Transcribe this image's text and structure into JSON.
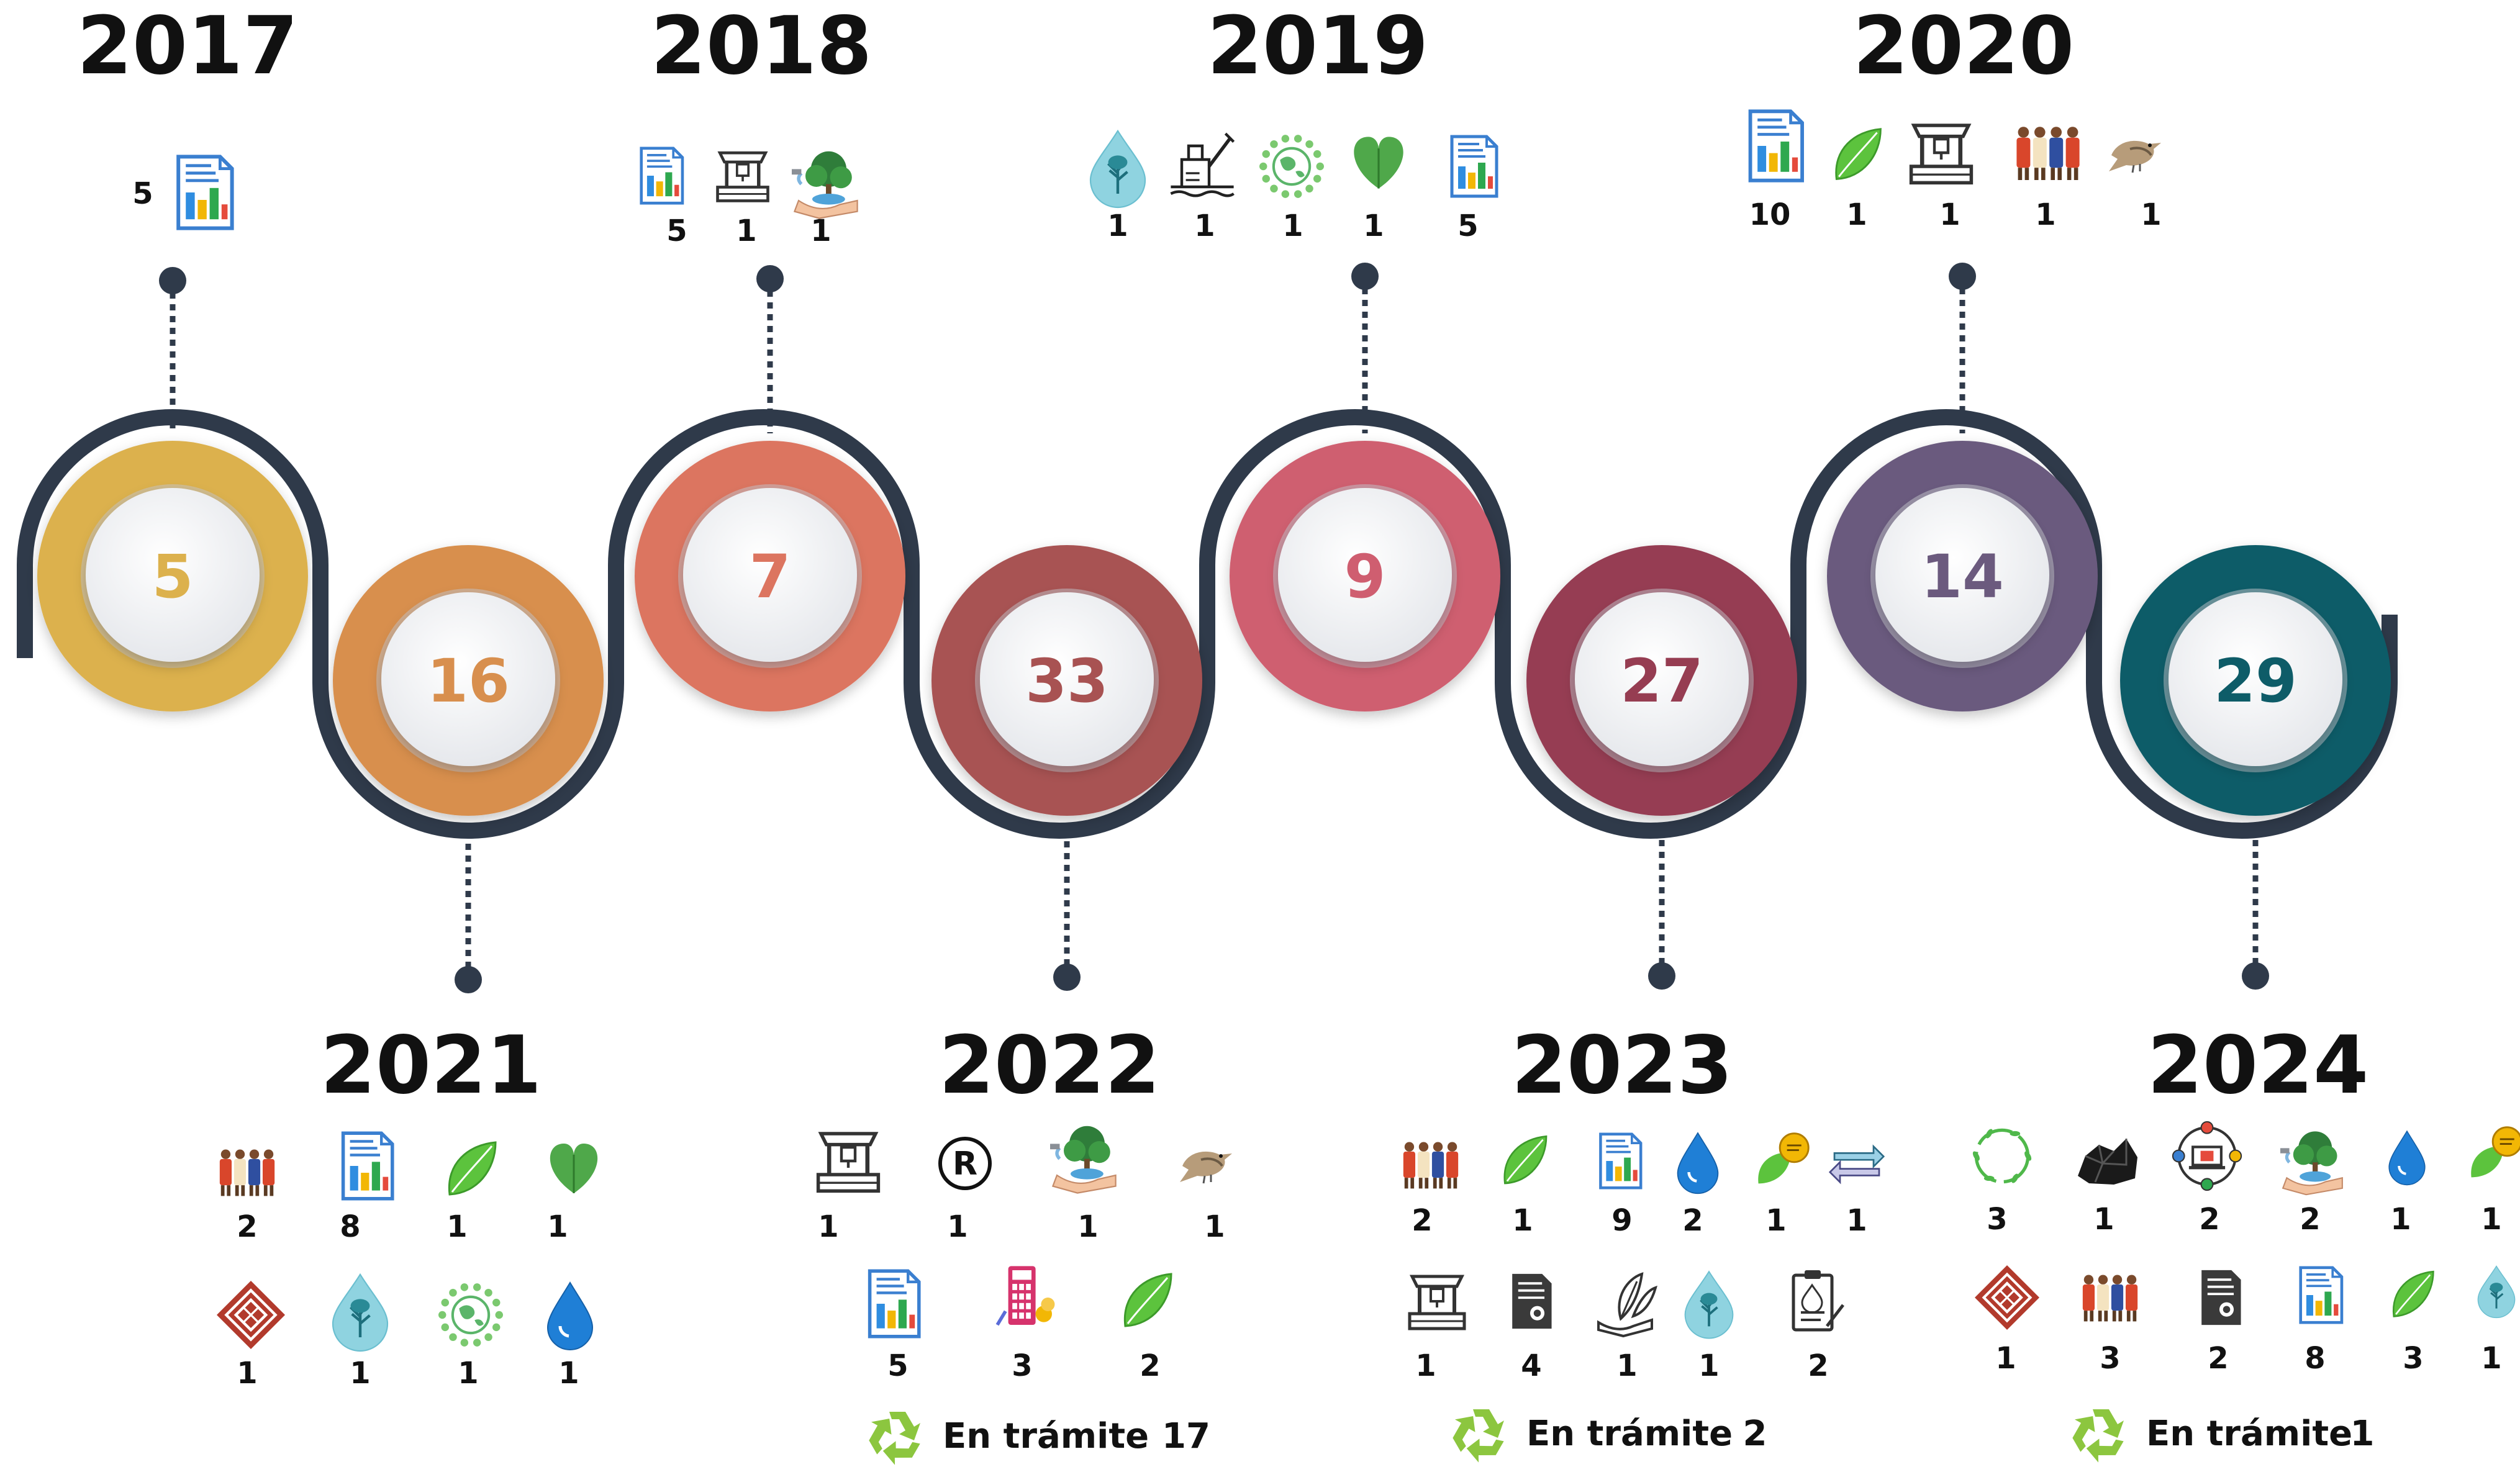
{
  "colors": {
    "track": "#2f3a4a",
    "year_text": "#111111",
    "recycle": "#8cc63f"
  },
  "milestones": [
    {
      "year": "2017",
      "count": "5",
      "color": "#dcb14d",
      "text_color": "#dcb14d",
      "side": "top"
    },
    {
      "year": "2018",
      "count": "7",
      "color": "#dc7560",
      "text_color": "#dc7560",
      "side": "top"
    },
    {
      "year": "2019",
      "count": "9",
      "color": "#cf5e70",
      "text_color": "#cf5e70",
      "side": "top"
    },
    {
      "year": "2020",
      "count": "14",
      "color": "#6b5a7e",
      "text_color": "#6b5a7e",
      "side": "top"
    },
    {
      "year": "2021",
      "count": "16",
      "color": "#d88f4e",
      "text_color": "#d88f4e",
      "side": "bottom"
    },
    {
      "year": "2022",
      "count": "33",
      "color": "#a85252",
      "text_color": "#a85252",
      "side": "bottom"
    },
    {
      "year": "2023",
      "count": "27",
      "color": "#963d52",
      "text_color": "#963d52",
      "side": "bottom"
    },
    {
      "year": "2024",
      "count": "29",
      "color": "#0e5c68",
      "text_color": "#0e5c68",
      "side": "bottom"
    }
  ],
  "icon_groups": {
    "2017": [
      {
        "icon": "report-chart-icon",
        "count": "5"
      }
    ],
    "2018": [
      {
        "icon": "report-chart-icon",
        "count": "5"
      },
      {
        "icon": "well-icon",
        "count": "1"
      },
      {
        "icon": "hand-tree-icon",
        "count": "1"
      }
    ],
    "2019": [
      {
        "icon": "water-drop-tree-icon",
        "count": "1"
      },
      {
        "icon": "mining-icon",
        "count": "1"
      },
      {
        "icon": "green-globe-icon",
        "count": "1"
      },
      {
        "icon": "green-heart-leaf-icon",
        "count": "1"
      },
      {
        "icon": "report-chart-icon",
        "count": "5"
      }
    ],
    "2020": [
      {
        "icon": "report-chart-icon",
        "count": "10"
      },
      {
        "icon": "green-leaf-icon",
        "count": "1"
      },
      {
        "icon": "well-icon",
        "count": "1"
      },
      {
        "icon": "indigenous-people-icon",
        "count": "1"
      },
      {
        "icon": "bird-icon",
        "count": "1"
      }
    ],
    "2021": [
      {
        "icon": "indigenous-people-icon",
        "count": "2"
      },
      {
        "icon": "report-chart-icon",
        "count": "8"
      },
      {
        "icon": "green-leaf-icon",
        "count": "1"
      },
      {
        "icon": "green-heart-leaf-icon",
        "count": "1"
      },
      {
        "icon": "textile-pattern-icon",
        "count": "1"
      },
      {
        "icon": "water-drop-tree-icon",
        "count": "1"
      },
      {
        "icon": "green-globe-icon",
        "count": "1"
      },
      {
        "icon": "blue-drop-icon",
        "count": "1"
      }
    ],
    "2022": [
      {
        "icon": "well-icon",
        "count": "1"
      },
      {
        "icon": "registered-icon",
        "count": "1"
      },
      {
        "icon": "hand-tree-icon",
        "count": "1"
      },
      {
        "icon": "bird-icon",
        "count": "1"
      },
      {
        "icon": "report-chart-icon",
        "count": "5"
      },
      {
        "icon": "calculator-coins-icon",
        "count": "3"
      },
      {
        "icon": "green-leaf-icon",
        "count": "2"
      }
    ],
    "2023": [
      {
        "icon": "indigenous-people-icon",
        "count": "2"
      },
      {
        "icon": "green-leaf-icon",
        "count": "1"
      },
      {
        "icon": "report-chart-icon",
        "count": "9"
      },
      {
        "icon": "blue-drop-icon",
        "count": "2"
      },
      {
        "icon": "leaf-speech-icon",
        "count": "1"
      },
      {
        "icon": "exchange-arrows-icon",
        "count": "1"
      },
      {
        "icon": "well-icon",
        "count": "1"
      },
      {
        "icon": "certificate-document-icon",
        "count": "4"
      },
      {
        "icon": "hand-feather-icon",
        "count": "1"
      },
      {
        "icon": "water-drop-tree-icon",
        "count": "1"
      },
      {
        "icon": "clipboard-drop-icon",
        "count": "2"
      }
    ],
    "2024": [
      {
        "icon": "leaf-circle-icon",
        "count": "3"
      },
      {
        "icon": "coal-icon",
        "count": "1"
      },
      {
        "icon": "laptop-network-icon",
        "count": "2"
      },
      {
        "icon": "hand-tree-icon",
        "count": "2"
      },
      {
        "icon": "blue-drop-icon",
        "count": "1"
      },
      {
        "icon": "leaf-speech-icon",
        "count": "1"
      },
      {
        "icon": "textile-pattern-icon",
        "count": "1"
      },
      {
        "icon": "indigenous-people-icon",
        "count": "3"
      },
      {
        "icon": "certificate-document-icon",
        "count": "2"
      },
      {
        "icon": "report-chart-icon",
        "count": "8"
      },
      {
        "icon": "green-leaf-icon",
        "count": "3"
      },
      {
        "icon": "water-drop-tree-icon",
        "count": "1"
      }
    ]
  },
  "en_tramite": {
    "label": "En trámite",
    "2022": "17",
    "2023": "2",
    "2024": "1"
  }
}
